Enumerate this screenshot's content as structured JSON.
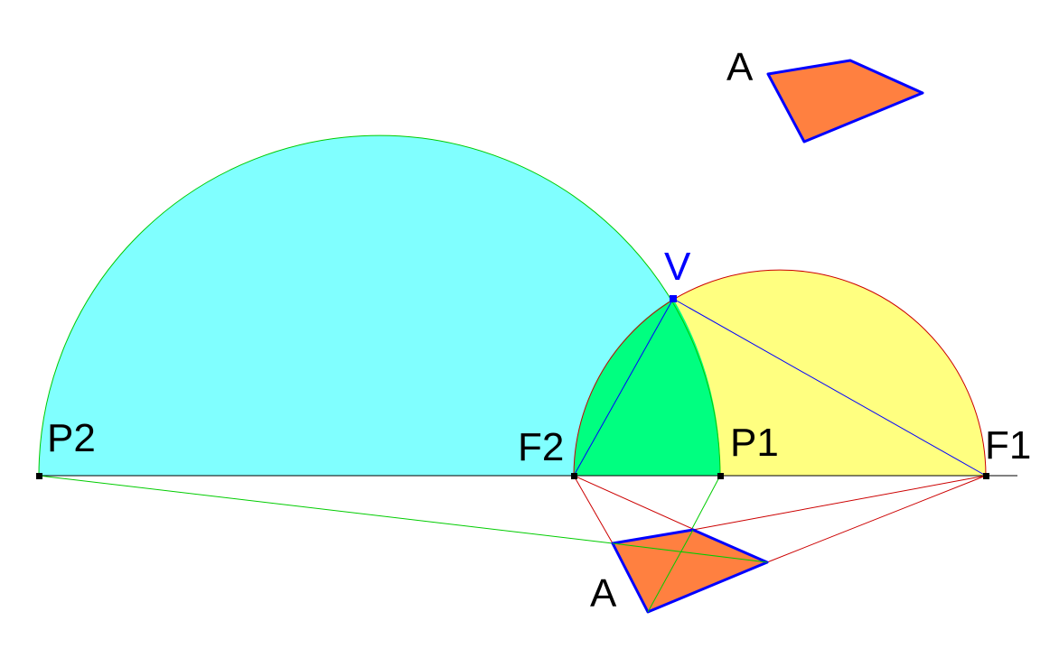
{
  "labels": {
    "p2": "P2",
    "f2": "F2",
    "p1": "P1",
    "f1": "F1",
    "v": "V",
    "a_top": "A",
    "a_bottom": "A"
  },
  "colors": {
    "large_half_disc": "#80ffff",
    "small_half_disc": "#ffff80",
    "lens_region": "#00ff80",
    "quadrilateral": "#ff8040",
    "quad_outline": "#0000ff",
    "arc_green": "#00cc00",
    "arc_red": "#cc0000",
    "line_blue": "#0000ff",
    "line_green": "#00cc00",
    "line_red": "#cc0000",
    "axis": "#000000",
    "point_v": "#0000ff",
    "label_v": "#0000ff"
  }
}
